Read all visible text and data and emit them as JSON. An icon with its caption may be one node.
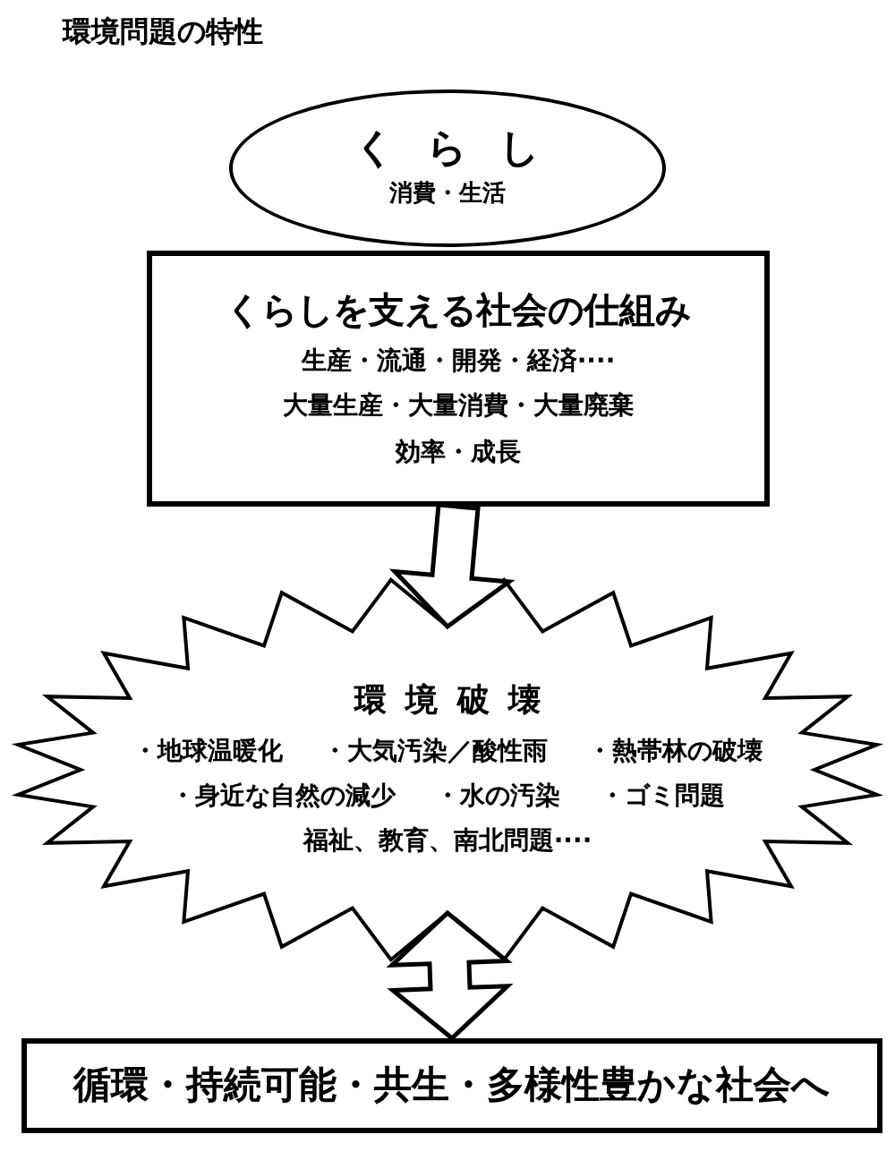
{
  "diagram": {
    "title": "環境問題の特性",
    "nodes": [
      {
        "text": [
          "くらし",
          "消費・生活"
        ]
      },
      {
        "text": [
          "くらしを支える社会の仕組み",
          "生産・流通・開発・経済····",
          "大量生産・大量消費・大量廃棄",
          "効率・成長"
        ]
      },
      {
        "text": [
          "環境破壊",
          "・地球温暖化",
          "・大気汚染／酸性雨",
          "・熱帯林の破壊",
          "・身近な自然の減少",
          "・水の汚染",
          "・ゴミ問題",
          "福祉、教育、南北問題····"
        ]
      },
      {
        "text": [
          "循環・持続可能・共生・多様性豊かな社会へ"
        ]
      }
    ],
    "edges": [
      {
        "from": 1,
        "to": 2,
        "arrow": "to"
      },
      {
        "from": 2,
        "to": 3,
        "arrow": "both"
      }
    ]
  }
}
